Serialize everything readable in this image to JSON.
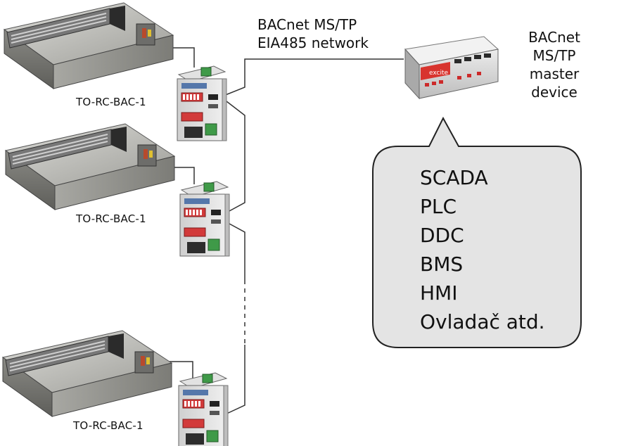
{
  "network": {
    "line1": "BACnet MS/TP",
    "line2": "EIA485 network"
  },
  "master": {
    "line1": "BACnet",
    "line2": "MS/TP",
    "line3": "master",
    "line4": "device",
    "brand_text": "excite"
  },
  "gateways": [
    {
      "label": "TO-RC-BAC-1"
    },
    {
      "label": "TO-RC-BAC-1"
    },
    {
      "label": "TO-RC-BAC-1"
    }
  ],
  "bubble": {
    "items": [
      "SCADA",
      "PLC",
      "DDC",
      "BMS",
      "HMI",
      "Ovladač atd."
    ]
  },
  "colors": {
    "line": "#333333",
    "bubble_fill": "#e4e4e4",
    "bubble_stroke": "#222222",
    "unit_body": "#9a9a96",
    "gateway_body": "#d8d8d8",
    "dip_switch": "#d23a3a",
    "terminal_green": "#3f9a48"
  }
}
